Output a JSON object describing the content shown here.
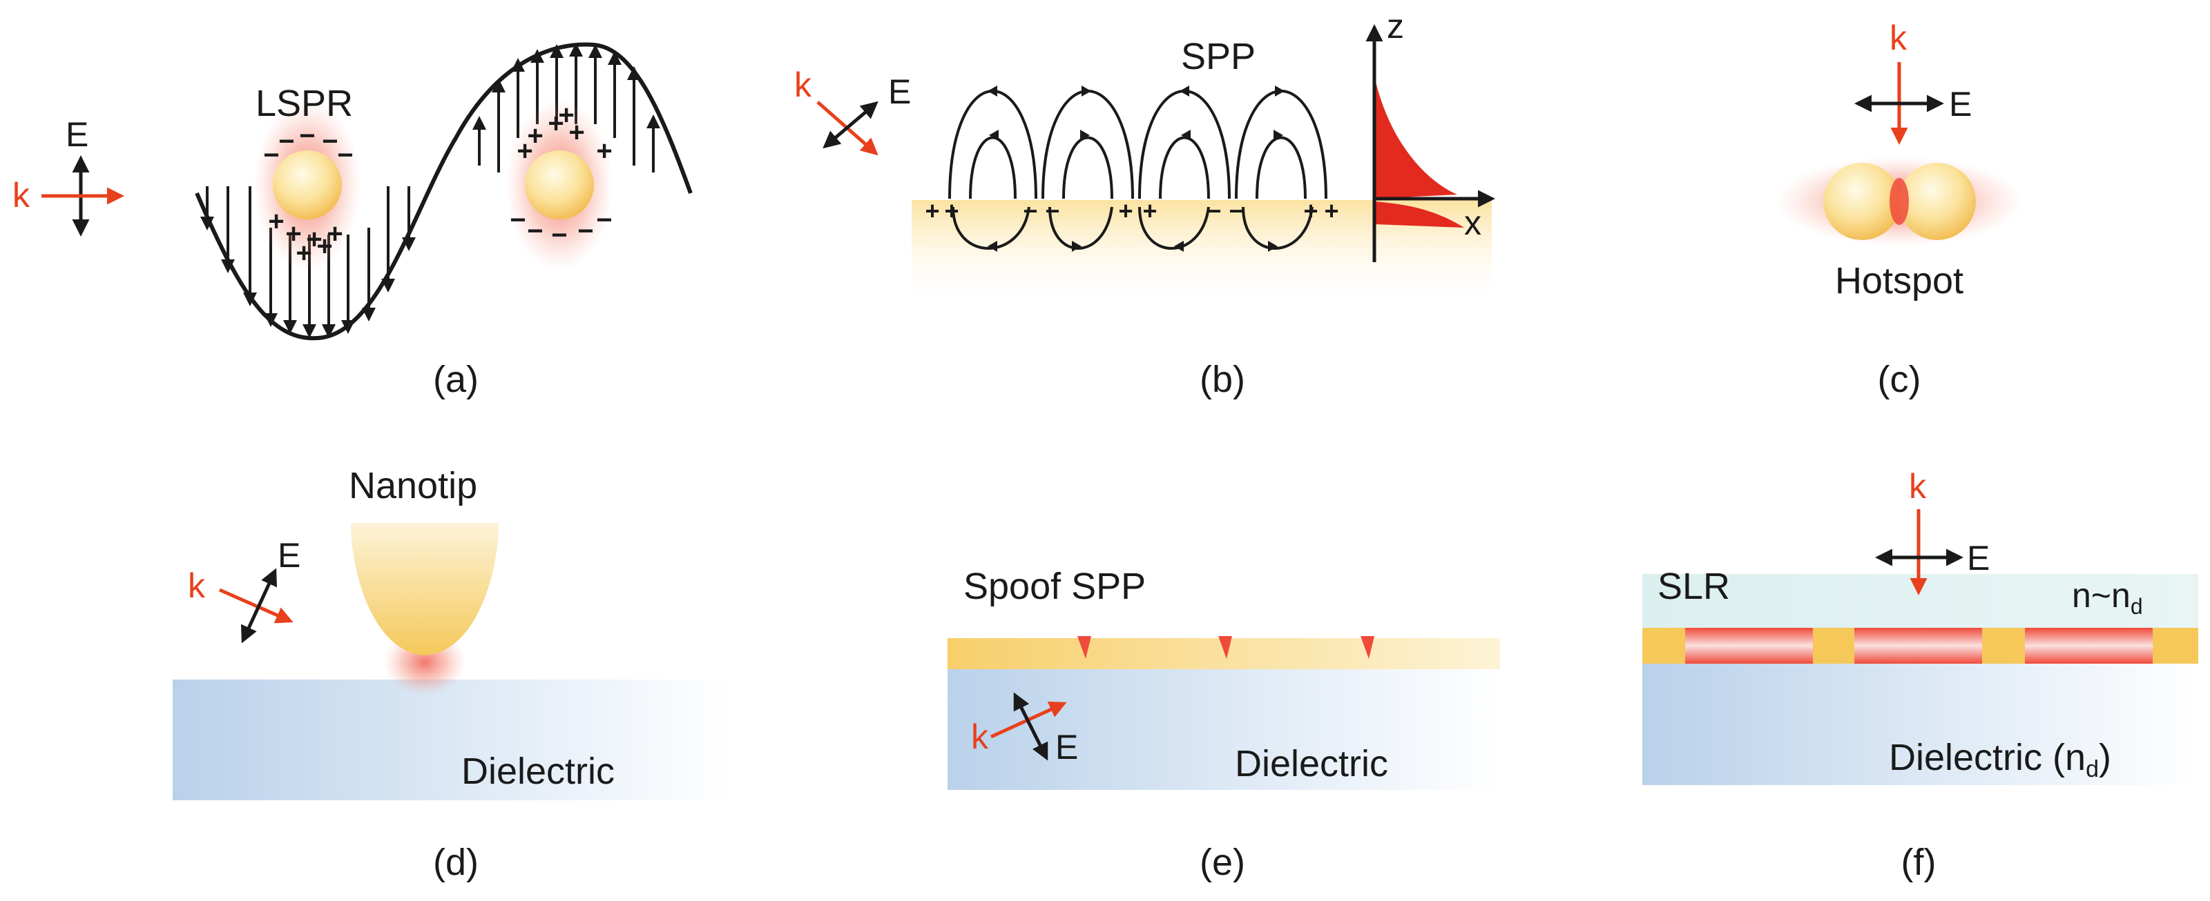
{
  "panels": {
    "a": {
      "caption": "(a)",
      "field_label": "E",
      "wave_label": "k",
      "title": "LSPR",
      "minus_signs": [
        "−",
        "−",
        "−",
        "−"
      ],
      "plus_signs": [
        "+",
        "+",
        "+",
        "+",
        "+",
        "+"
      ]
    },
    "b": {
      "caption": "(b)",
      "wave_label": "k",
      "field_label": "E",
      "title": "SPP",
      "z_axis": "z",
      "x_axis": "x"
    },
    "c": {
      "caption": "(c)",
      "wave_label": "k",
      "field_label": "E",
      "hotspot_label": "Hotspot"
    },
    "d": {
      "caption": "(d)",
      "wave_label": "k",
      "field_label": "E",
      "tip_label": "Nanotip",
      "substrate_label": "Dielectric"
    },
    "e": {
      "caption": "(e)",
      "title": "Spoof SPP",
      "wave_label": "k",
      "field_label": "E",
      "substrate_label": "Dielectric"
    },
    "f": {
      "caption": "(f)",
      "wave_label": "k",
      "field_label": "E",
      "title": "SLR",
      "index_label": "n~n",
      "index_sub": "d",
      "substrate_label": "Dielectric (n",
      "substrate_sub": "d",
      "substrate_close": ")"
    }
  },
  "colors": {
    "arrow": "#1a1a1a",
    "wavevector": "#e8401c",
    "gold": "#f5c95a",
    "glow": "#f04a3a",
    "dielectric": "#bcd3ea",
    "superstrate": "#dcefef"
  }
}
